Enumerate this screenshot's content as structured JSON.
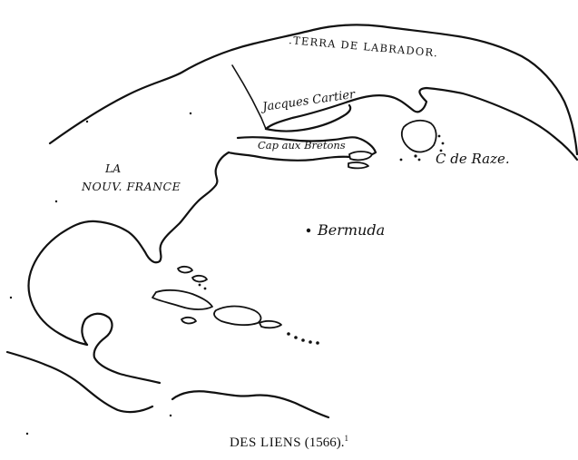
{
  "map": {
    "labels": {
      "labrador": ".TERRA DE LABRADOR.",
      "cartier": "Jacques Cartier",
      "cap_bretons": "Cap aux Bretons",
      "la": "LA",
      "nouv_france": "NOUV. FRANCE",
      "c_de_raze": "C de Raze.",
      "bermuda": "Bermuda"
    }
  },
  "caption": {
    "text": "DES LIENS",
    "year": "(1566).",
    "footnote": "1"
  }
}
